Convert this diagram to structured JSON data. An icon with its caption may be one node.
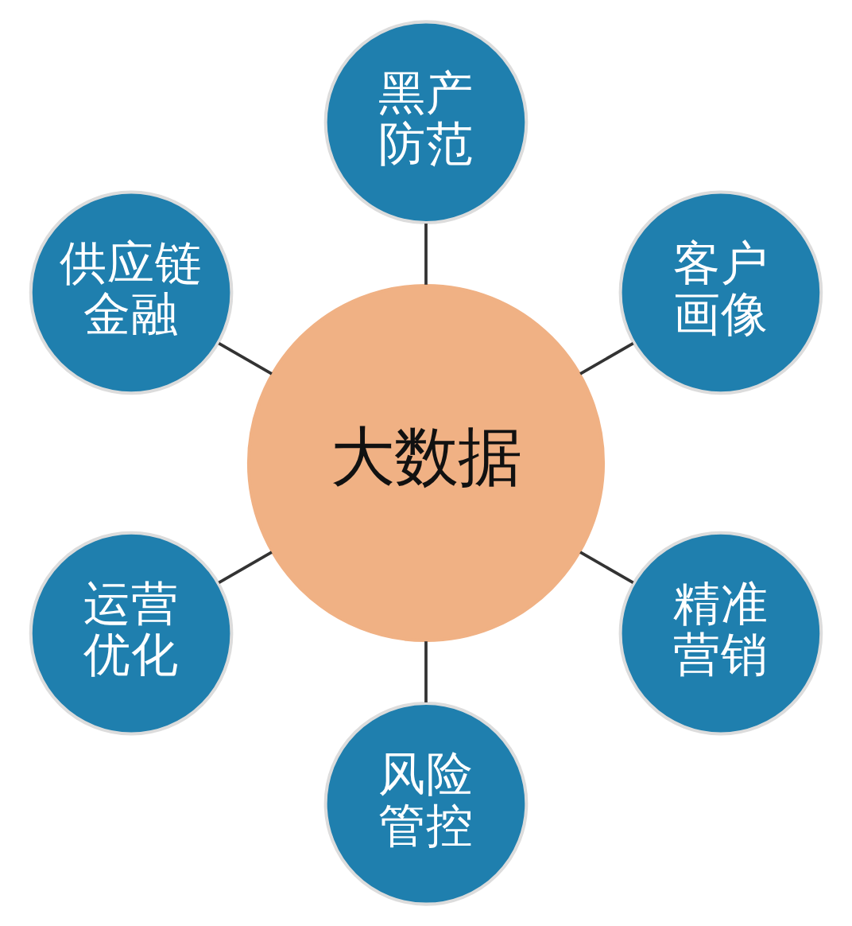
{
  "diagram": {
    "nodes": [
      {
        "text": [
          "大数据"
        ]
      },
      {
        "text": [
          "黑产防范"
        ]
      },
      {
        "text": [
          "客户画像"
        ]
      },
      {
        "text": [
          "精准营销"
        ]
      },
      {
        "text": [
          "风险管控"
        ]
      },
      {
        "text": [
          "运营优化"
        ]
      },
      {
        "text": [
          "供应链金融"
        ]
      }
    ],
    "edges": [
      {
        "from": 0,
        "to": 1,
        "arrow": "none"
      },
      {
        "from": 0,
        "to": 2,
        "arrow": "none"
      },
      {
        "from": 0,
        "to": 3,
        "arrow": "none"
      },
      {
        "from": 0,
        "to": 4,
        "arrow": "none"
      },
      {
        "from": 0,
        "to": 5,
        "arrow": "none"
      },
      {
        "from": 0,
        "to": 6,
        "arrow": "none"
      }
    ]
  }
}
